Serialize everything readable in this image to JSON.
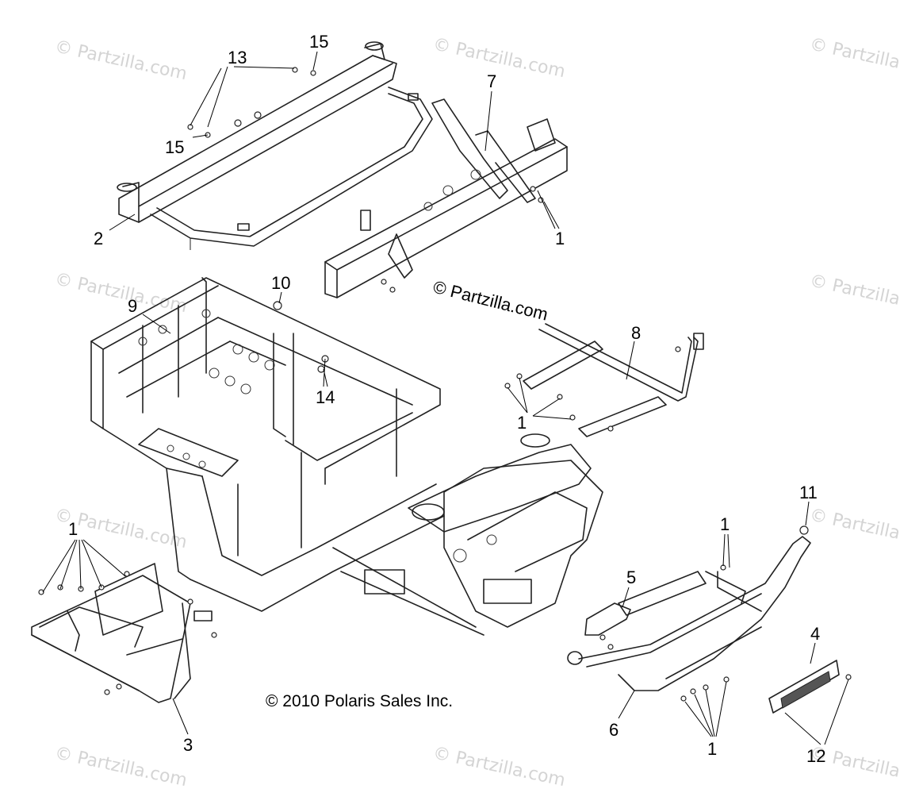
{
  "watermark": "© Partzilla.com",
  "copyright": "© 2010 Polaris Sales Inc.",
  "callouts": {
    "c1a": "1",
    "c1b": "1",
    "c1c": "1",
    "c1d": "1",
    "c1e": "1",
    "c2": "2",
    "c3": "3",
    "c4": "4",
    "c5": "5",
    "c6": "6",
    "c7": "7",
    "c8": "8",
    "c9": "9",
    "c10": "10",
    "c11": "11",
    "c12": "12",
    "c13": "13",
    "c14": "14",
    "c15a": "15",
    "c15b": "15"
  }
}
